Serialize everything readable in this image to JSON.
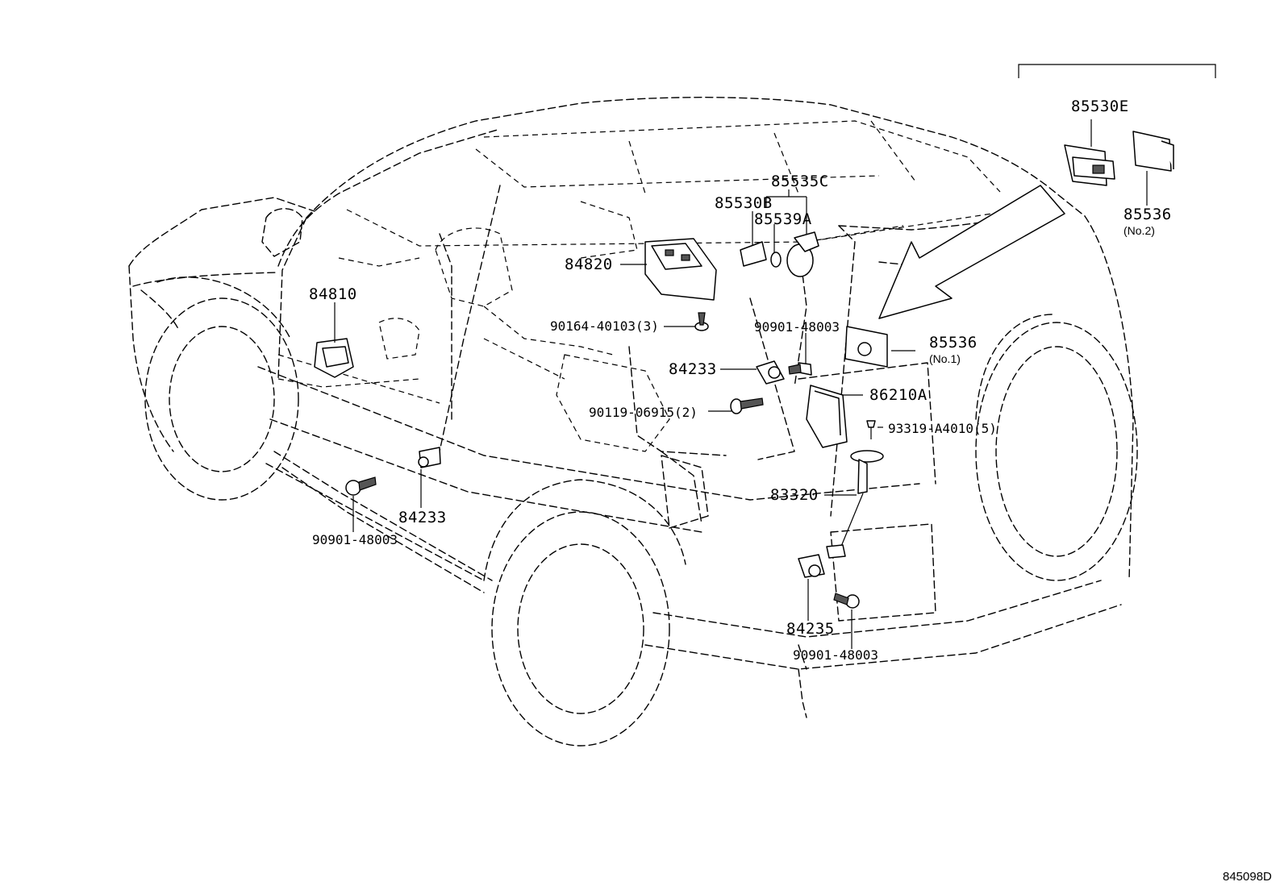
{
  "diagram": {
    "drawing_code": "845098D",
    "labels": {
      "p85530E": "85530E",
      "p85536_no2": "85536",
      "p85536_no2_note": "(No.2)",
      "p85535C": "85535C",
      "p85530B": "85530B",
      "p85539A": "85539A",
      "p84820": "84820",
      "p84810": "84810",
      "p90164": "90164-40103(3)",
      "p90901_a": "90901-48003",
      "p85536_no1": "85536",
      "p85536_no1_note": "(No.1)",
      "p84233_a": "84233",
      "p86210A": "86210A",
      "p90119": "90119-06915(2)",
      "p93319": "93319-A4010(5)",
      "p83320": "83320",
      "p84233_b": "84233",
      "p90901_b": "90901-48003",
      "p84235": "84235",
      "p90901_c": "90901-48003"
    }
  }
}
